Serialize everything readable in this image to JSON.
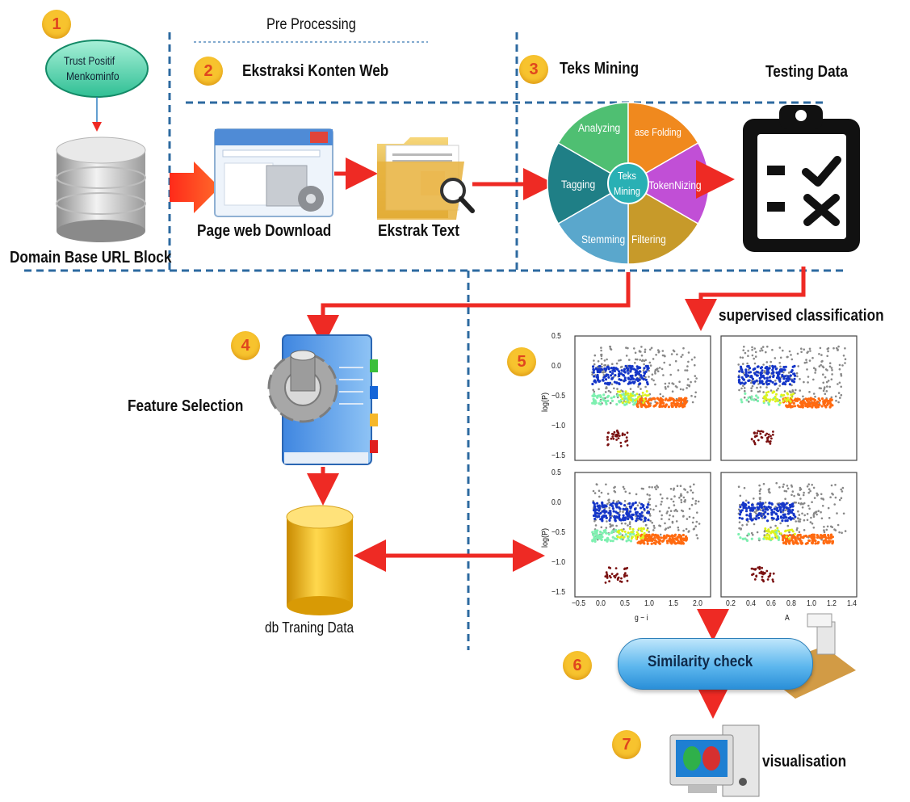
{
  "steps": {
    "s1": "1",
    "s2": "2",
    "s3": "3",
    "s4": "4",
    "s5": "5",
    "s6": "6",
    "s7": "7"
  },
  "source": {
    "bubble_line1": "Trust Positif",
    "bubble_line2": "Menkominfo",
    "db_label": "Domain Base URL  Block"
  },
  "preprocessing": {
    "title": "Pre Processing",
    "extraction_title": "Ekstraksi Konten Web",
    "page_download": "Page web Download",
    "extract_text": "Ekstrak Text"
  },
  "text_mining": {
    "title": "Teks Mining",
    "center_line1": "Teks",
    "center_line2": "Mining",
    "segments": {
      "analyzing": "Analyzing",
      "case_folding": "ase Folding",
      "tokenizing": "TokenNizing",
      "filtering": "Filtering",
      "stemming": "Stemming",
      "tagging": "Tagging"
    }
  },
  "testing": {
    "title": "Testing Data"
  },
  "feature": {
    "label": "Feature Selection",
    "db_label": "db Traning Data"
  },
  "classification": {
    "title": "supervised classification",
    "ylabel": "log(P)",
    "xlabel_left": "g − i",
    "xlabel_right": "A",
    "yticks": [
      "0.5",
      "0.0",
      "−0.5",
      "−1.0",
      "−1.5"
    ],
    "xticks_left": [
      "−0.5",
      "0.0",
      "0.5",
      "1.0",
      "1.5",
      "2.0"
    ],
    "xticks_right": [
      "0.2",
      "0.4",
      "0.6",
      "0.8",
      "1.0",
      "1.2",
      "1.4"
    ]
  },
  "similarity": {
    "label": "Similarity check"
  },
  "visual": {
    "label": "visualisation"
  },
  "colors": {
    "arrow": "#ee2a24",
    "dash": "#2d6aa0",
    "badge": "#f7c32e",
    "badge_text": "#e0461e"
  }
}
